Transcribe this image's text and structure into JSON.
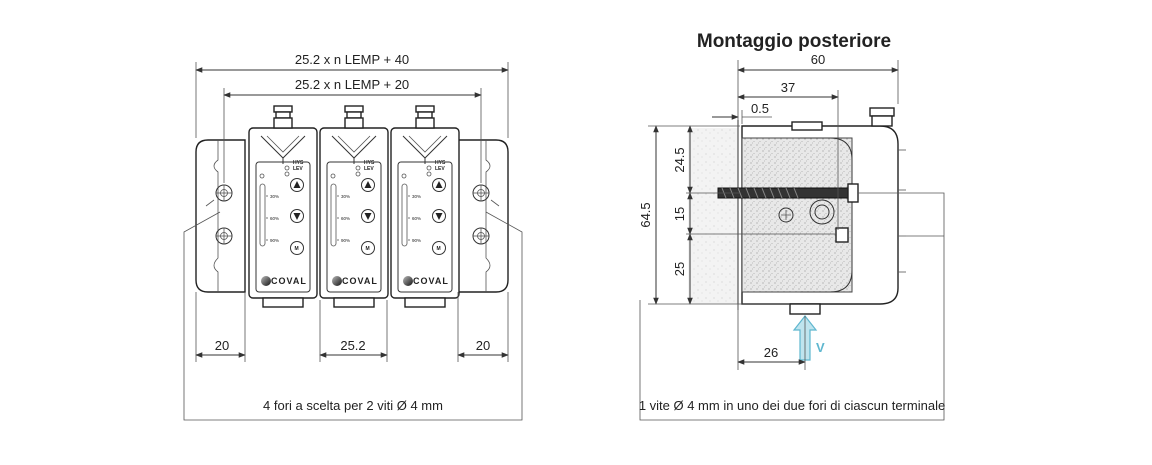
{
  "front": {
    "dim_total": "25.2 x n LEMP + 40",
    "dim_inner": "25.2 x n LEMP + 20",
    "dim_left": "20",
    "dim_pitch": "25.2",
    "dim_right": "20",
    "note": "4 fori a scelta per 2 viti Ø 4 mm",
    "module": {
      "hys": "HYS",
      "lev": "LEV",
      "p30": "30%",
      "p60": "60%",
      "p90": "90%",
      "m": "M",
      "brand": "COVAL"
    }
  },
  "side": {
    "title": "Montaggio posteriore",
    "dim_60": "60",
    "dim_37": "37",
    "dim_05": "0.5",
    "dim_645": "64.5",
    "dim_245": "24.5",
    "dim_15": "15",
    "dim_25": "25",
    "dim_26": "26",
    "arrow_label": "V",
    "note": "1 vite Ø 4 mm in uno dei due fori di ciascun terminale"
  }
}
